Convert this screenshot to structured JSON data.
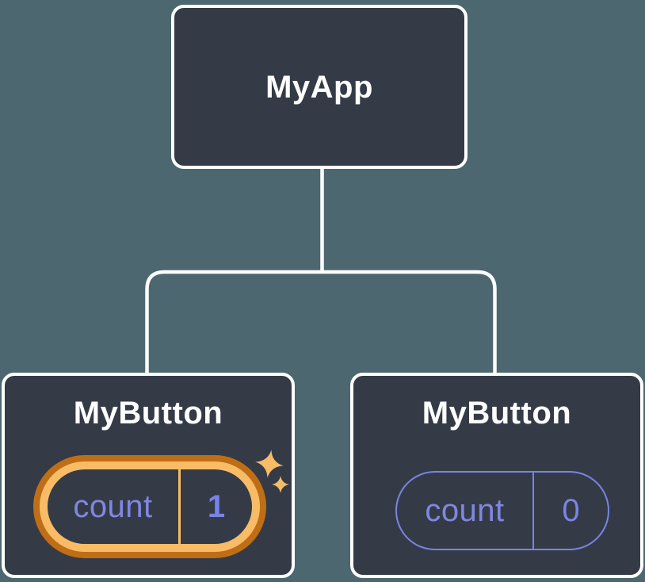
{
  "diagram": {
    "root": {
      "label": "MyApp"
    },
    "children": [
      {
        "label": "MyButton",
        "state": {
          "key": "count",
          "value": "1",
          "highlighted": true
        }
      },
      {
        "label": "MyButton",
        "state": {
          "key": "count",
          "value": "0",
          "highlighted": false
        }
      }
    ],
    "icons": [
      {
        "name": "sparkle-icon",
        "meaning": "state just updated"
      }
    ],
    "colors": {
      "background": "#4C6770",
      "node_fill": "#343B47",
      "node_border": "#FFFFFF",
      "connector": "#FFFFFF",
      "title_text": "#FFFFFF",
      "state_text": "#8187E0",
      "state_value_highlight_text": "#7A82E8",
      "state_outline": "#7C83E3",
      "highlight_ring_inner": "#F8BC66",
      "highlight_ring_outer": "#C06E16",
      "sparkle": "#F8BC66"
    }
  }
}
